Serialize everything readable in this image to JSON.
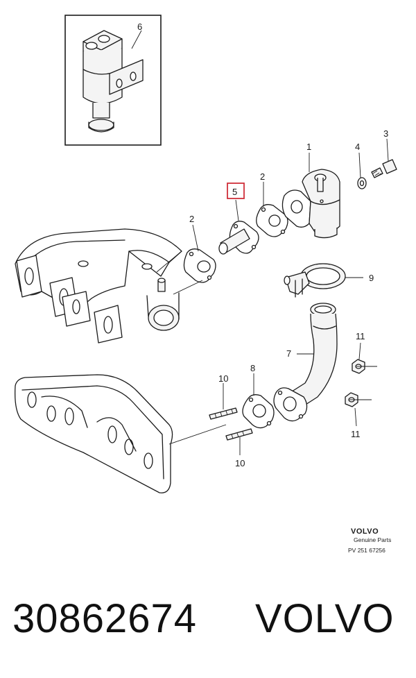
{
  "callouts": {
    "c1": "1",
    "c2a": "2",
    "c2b": "2",
    "c3": "3",
    "c4": "4",
    "c5": "5",
    "c6": "6",
    "c7": "7",
    "c8": "8",
    "c9": "9",
    "c10a": "10",
    "c10b": "10",
    "c11a": "11",
    "c11b": "11"
  },
  "highlight_color": "#d0303a",
  "brand_block": {
    "logo": "VOLVO",
    "line1": "Genuine Parts",
    "line2": "PV 251 67256"
  },
  "footer": {
    "part_number": "30862674",
    "brand": "VOLVO"
  }
}
